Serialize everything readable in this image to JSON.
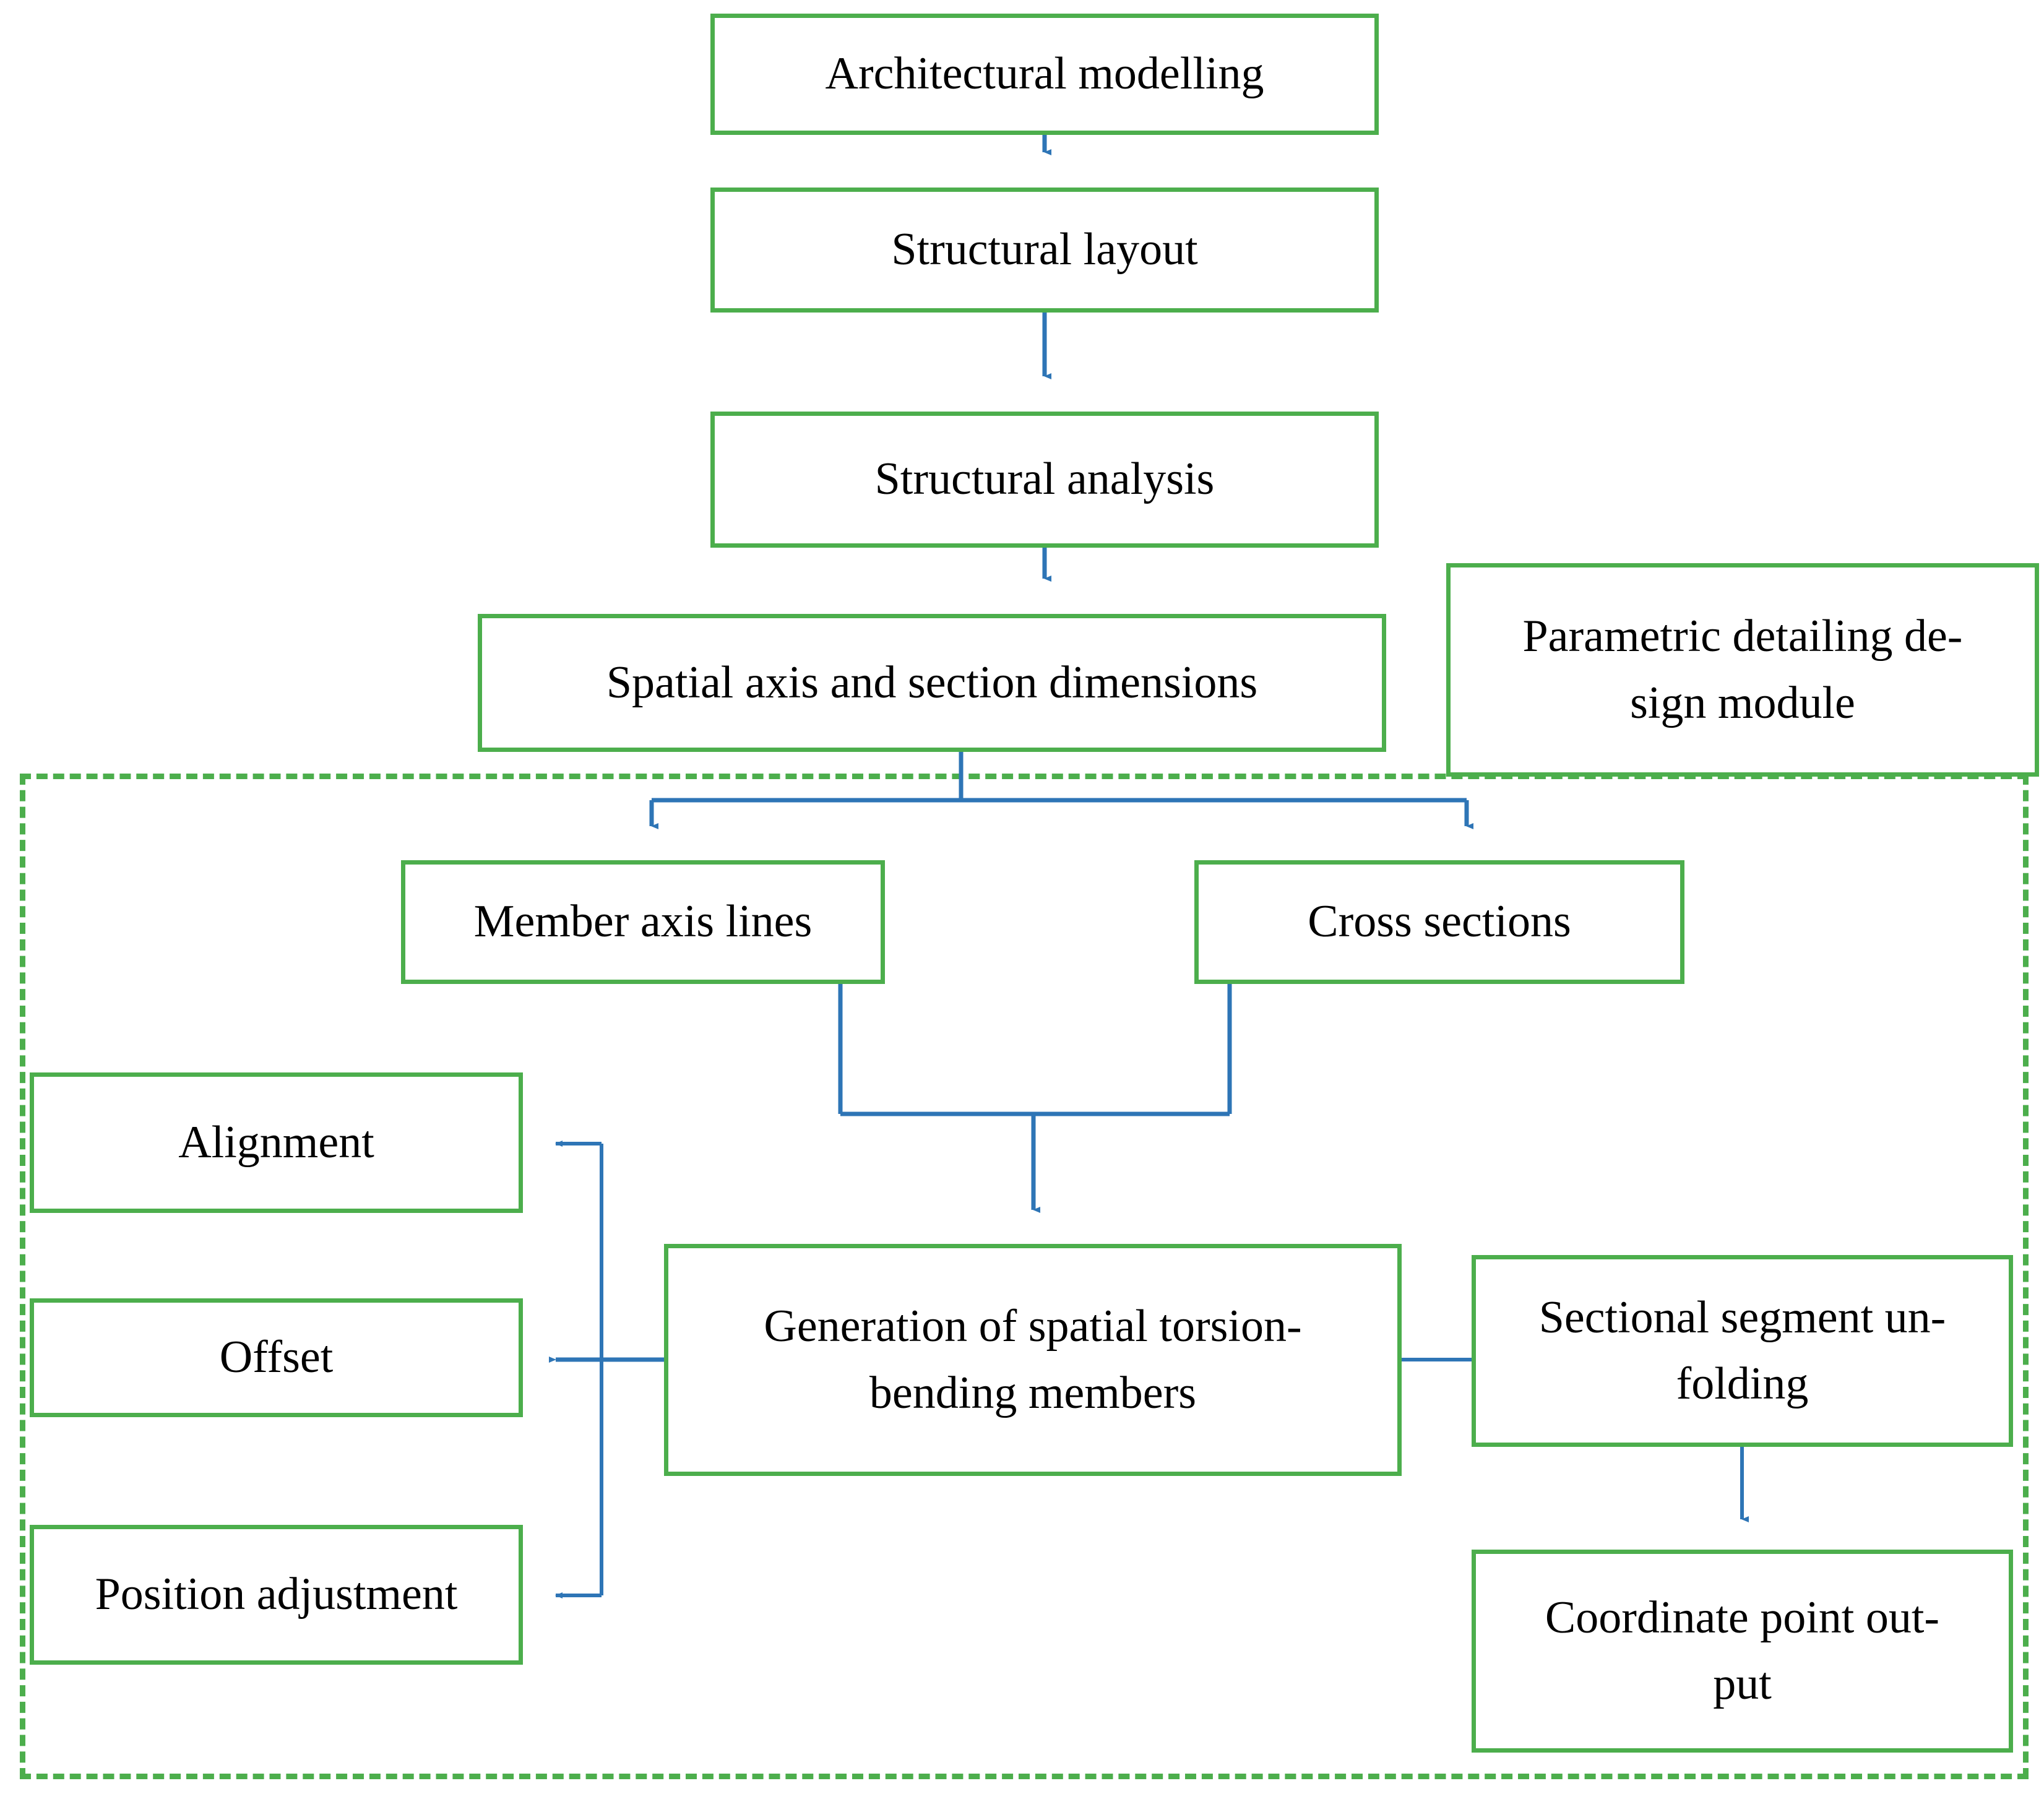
{
  "diagram": {
    "title_absent": true,
    "colors": {
      "node_border": "#4CAE4C",
      "node_fill": "#FFFFFF",
      "connector": "#2E75B6",
      "group_border": "#4CAE4C",
      "text": "#000000"
    },
    "nodes": {
      "architectural_modelling": "Architectural modelling",
      "structural_layout": "Structural layout",
      "structural_analysis": "Structural analysis",
      "spatial_axis_and_section_dimensions": "Spatial axis and section dimensions",
      "parametric_detailing_design_module": "Parametric detailing de-\nsign module",
      "member_axis_lines": "Member axis lines",
      "cross_sections": "Cross sections",
      "alignment": "Alignment",
      "offset": "Offset",
      "position_adjustment": "Position adjustment",
      "generation_of_spatial_torsion_bending_members": "Generation of spatial torsion-\nbending members",
      "sectional_segment_unfolding": "Sectional segment un-\nfolding",
      "coordinate_point_output": "Coordinate point out-\nput"
    },
    "edges": [
      {
        "from": "architectural_modelling",
        "to": "structural_layout",
        "style": "arrow-down"
      },
      {
        "from": "structural_layout",
        "to": "structural_analysis",
        "style": "arrow-down"
      },
      {
        "from": "structural_analysis",
        "to": "spatial_axis_and_section_dimensions",
        "style": "arrow-down"
      },
      {
        "from": "spatial_axis_and_section_dimensions",
        "to": "member_axis_lines",
        "style": "split-arrow-down"
      },
      {
        "from": "spatial_axis_and_section_dimensions",
        "to": "cross_sections",
        "style": "split-arrow-down"
      },
      {
        "from": "member_axis_lines",
        "to": "generation_of_spatial_torsion_bending_members",
        "style": "merge-arrow-down"
      },
      {
        "from": "cross_sections",
        "to": "generation_of_spatial_torsion_bending_members",
        "style": "merge-arrow-down"
      },
      {
        "from": "generation_of_spatial_torsion_bending_members",
        "to": "alignment",
        "style": "arrow-left"
      },
      {
        "from": "generation_of_spatial_torsion_bending_members",
        "to": "offset",
        "style": "double-arrow-horizontal"
      },
      {
        "from": "generation_of_spatial_torsion_bending_members",
        "to": "position_adjustment",
        "style": "arrow-left"
      },
      {
        "from": "generation_of_spatial_torsion_bending_members",
        "to": "sectional_segment_unfolding",
        "style": "arrow-right"
      },
      {
        "from": "sectional_segment_unfolding",
        "to": "coordinate_point_output",
        "style": "arrow-down"
      }
    ],
    "group": {
      "name": "parametric-detailing-design-module-region",
      "style": "dashed-rectangle"
    }
  }
}
